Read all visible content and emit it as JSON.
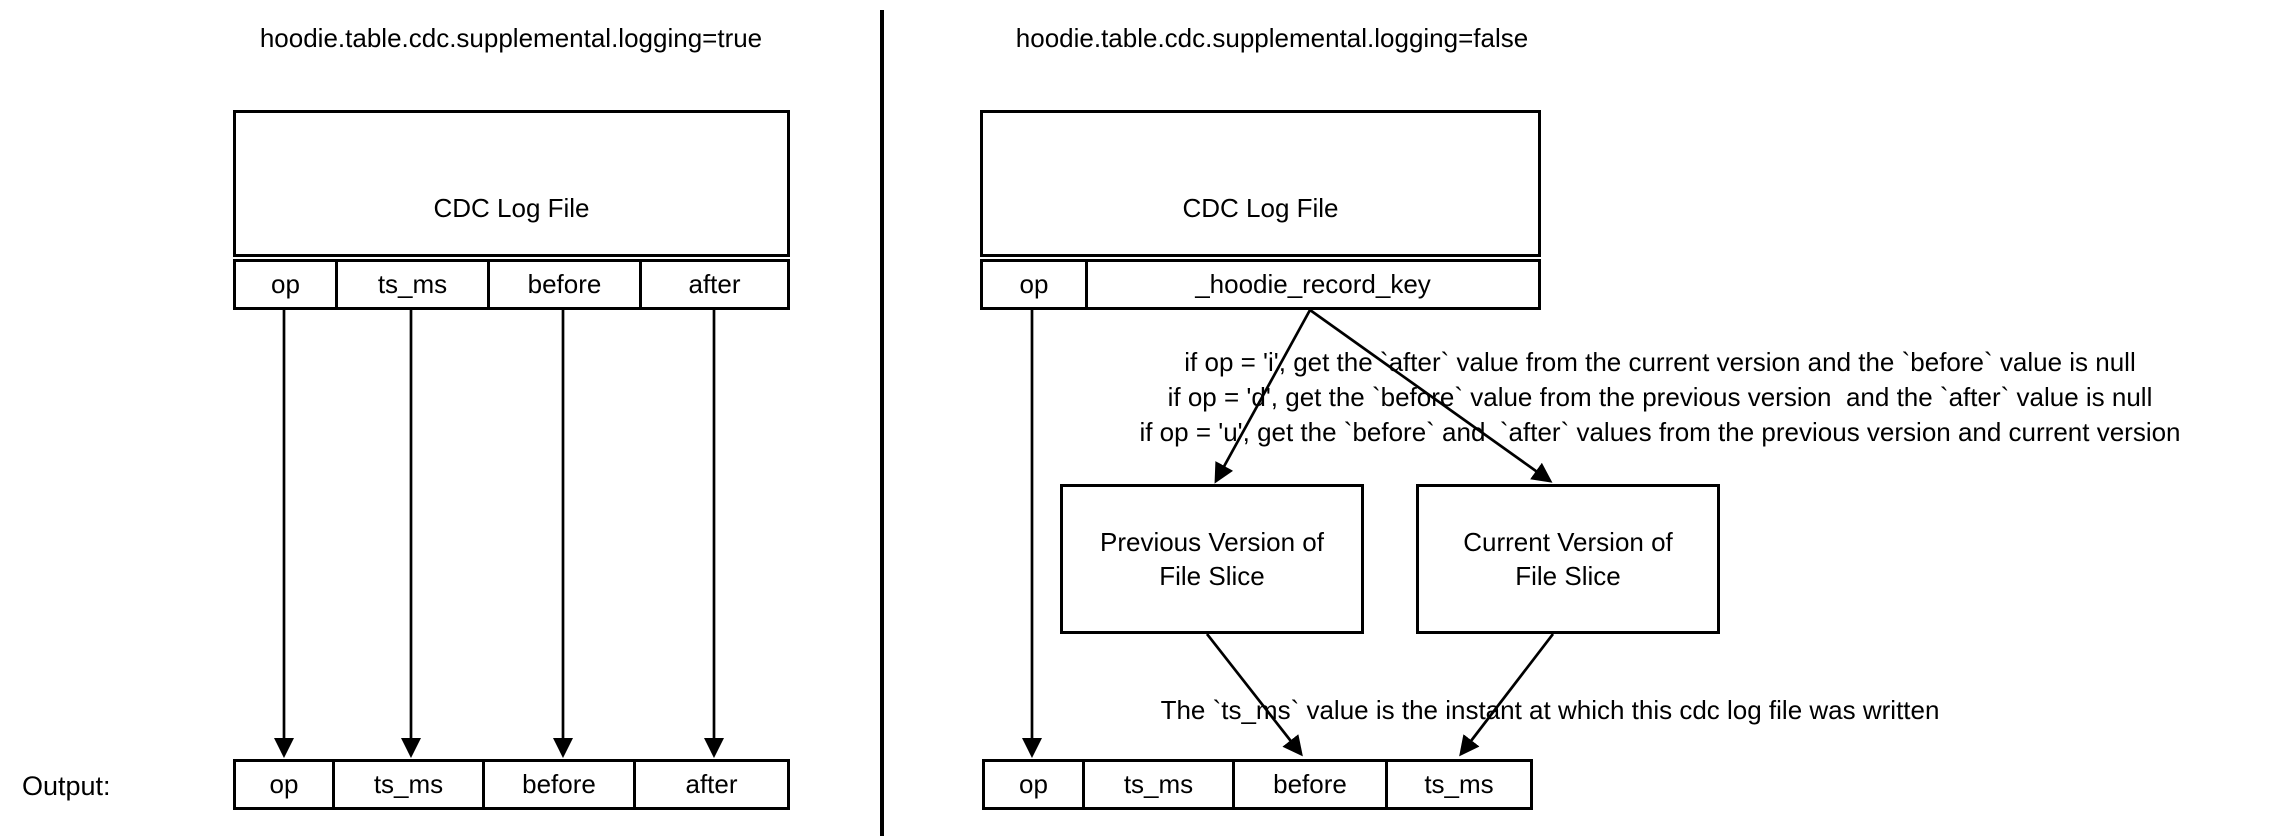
{
  "left_panel": {
    "title": "hoodie.table.cdc.supplemental.logging=true",
    "cdc_box_title": "CDC Log File",
    "cdc_columns": [
      "op",
      "ts_ms",
      "before",
      "after"
    ],
    "output_label": "Output:",
    "output_columns": [
      "op",
      "ts_ms",
      "before",
      "after"
    ]
  },
  "right_panel": {
    "title": "hoodie.table.cdc.supplemental.logging=false",
    "cdc_box_title": "CDC Log File",
    "cdc_columns": [
      "op",
      "_hoodie_record_key"
    ],
    "op_rules": [
      "if op = 'i', get the `after` value from the current version and the `before` value is null",
      "if op = 'd', get the `before` value from the previous version  and the `after` value is null",
      "if op = 'u', get the `before` and  `after` values from the previous version and current version"
    ],
    "previous_box_lines": [
      "Previous Version of",
      "File Slice"
    ],
    "current_box_lines": [
      "Current Version of",
      "File Slice"
    ],
    "ts_note": "The `ts_ms` value is the instant at which this cdc log file was written",
    "output_columns": [
      "op",
      "ts_ms",
      "before",
      "ts_ms"
    ]
  },
  "colors": {
    "ink": "#000000",
    "background": "#ffffff"
  }
}
